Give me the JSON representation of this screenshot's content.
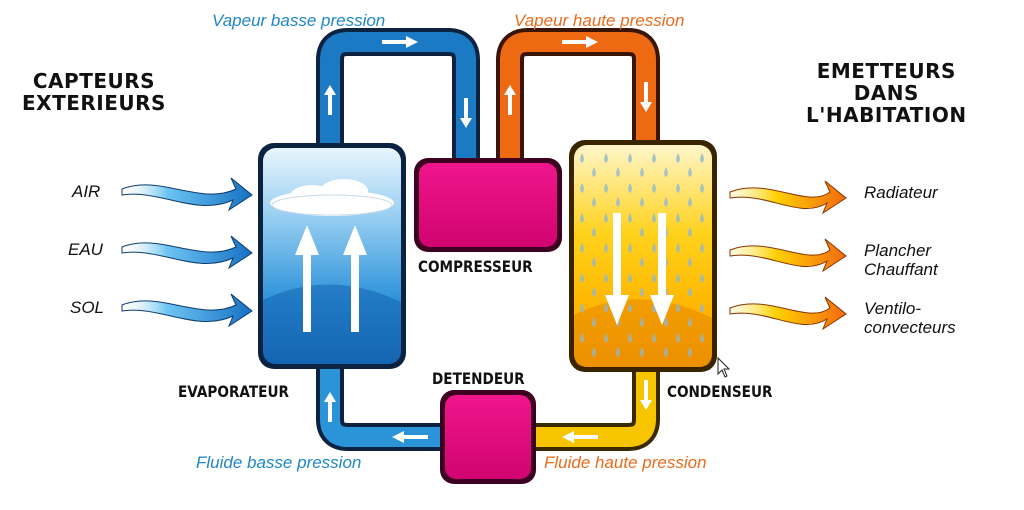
{
  "headings": {
    "left": [
      "CAPTEURS",
      "EXTERIEURS"
    ],
    "right": [
      "EMETTEURS",
      "DANS",
      "L'HABITATION"
    ]
  },
  "sources": [
    "AIR",
    "EAU",
    "SOL"
  ],
  "emitters": {
    "radiateur": "Radiateur",
    "plancher": [
      "Plancher",
      "Chauffant"
    ],
    "ventilo": [
      "Ventilo-",
      "convecteurs"
    ]
  },
  "components": {
    "evaporator": "EVAPORATEUR",
    "compressor": "COMPRESSEUR",
    "expansion_valve": "DETENDEUR",
    "condenser": "CONDENSEUR"
  },
  "flows": {
    "low_pressure_vapor": "Vapeur basse pression",
    "high_pressure_vapor": "Vapeur haute pression",
    "low_pressure_fluid": "Fluide basse pression",
    "high_pressure_fluid": "Fluide haute pression"
  },
  "colors": {
    "cold_blue": "#1f86c8",
    "hot_orange": "#ea6b1c",
    "hot_yellow": "#f5c400",
    "component_magenta": "#e0067a"
  }
}
